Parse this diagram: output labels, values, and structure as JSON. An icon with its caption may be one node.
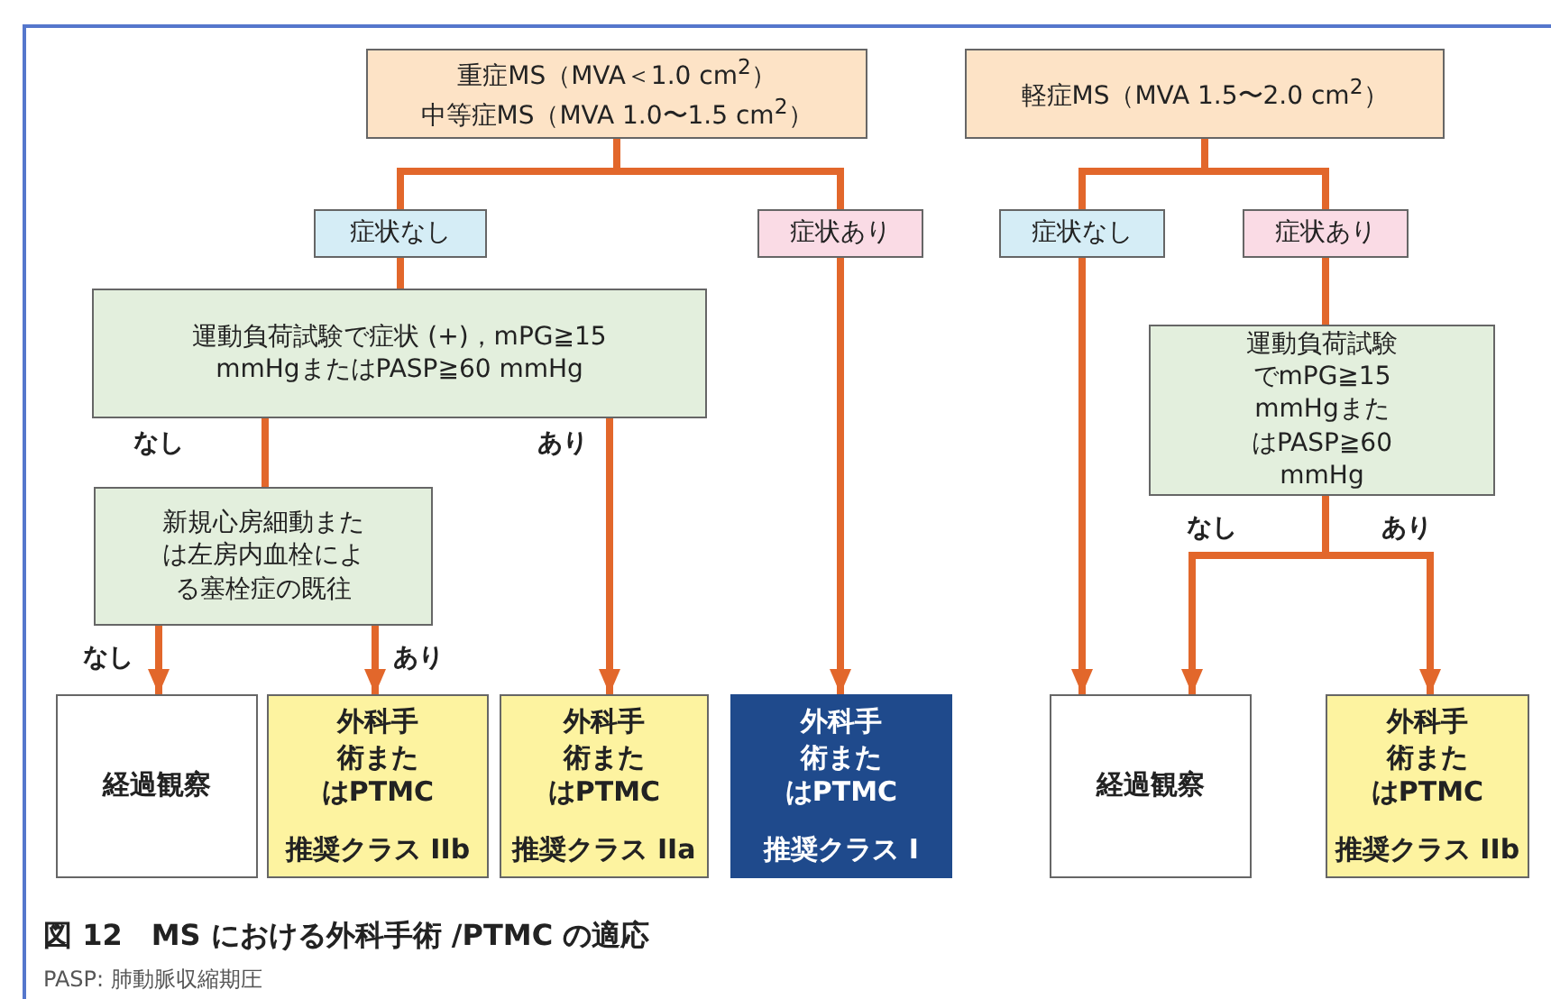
{
  "diagram": {
    "caption": "図 12　MS における外科手術 /PTMC の適応",
    "nodes": [
      {
        "text": [
          "重症MS（MVA＜1.0 cm$^{2}$）",
          "中等症MS（MVA 1.0〜1.5 cm$^{2}$）"
        ]
      },
      {
        "text": [
          "軽症MS（MVA 1.5〜2.0 cm$^{2}$）"
        ]
      },
      {
        "text": [
          "症状なし"
        ]
      },
      {
        "text": [
          "症状あり"
        ]
      },
      {
        "text": [
          "症状なし"
        ]
      },
      {
        "text": [
          "症状あり"
        ]
      },
      {
        "text": [
          "運動負荷試験で症状 (+)，mPG≧15 mmHgまたはPASP≧60 mmHg"
        ]
      },
      {
        "text": [
          "新規心房細動または左房内血栓による塞栓症の既往"
        ]
      },
      {
        "text": [
          "運動負荷試験でmPG≧15 mmHgまたはPASP≧60 mmHg"
        ]
      },
      {
        "text": [
          "経過観察"
        ]
      },
      {
        "text": [
          "外科手術またはPTMC",
          "推奨クラス IIb"
        ]
      },
      {
        "text": [
          "外科手術またはPTMC",
          "推奨クラス IIa"
        ]
      },
      {
        "text": [
          "外科手術またはPTMC",
          "推奨クラス I"
        ]
      },
      {
        "text": [
          "経過観察"
        ]
      },
      {
        "text": [
          "外科手術またはPTMC",
          "推奨クラス IIb"
        ]
      }
    ],
    "edges": [
      {
        "from": 0,
        "to": 2,
        "arrow": "none"
      },
      {
        "from": 0,
        "to": 3,
        "arrow": "none"
      },
      {
        "from": 1,
        "to": 4,
        "arrow": "none"
      },
      {
        "from": 1,
        "to": 5,
        "arrow": "none"
      },
      {
        "from": 2,
        "to": 6,
        "arrow": "none"
      },
      {
        "from": 3,
        "to": 12,
        "arrow": "to"
      },
      {
        "from": 6,
        "to": 7,
        "arrow": "none",
        "label": "なし"
      },
      {
        "from": 6,
        "to": 11,
        "arrow": "to",
        "label": "あり"
      },
      {
        "from": 7,
        "to": 9,
        "arrow": "to",
        "label": "なし"
      },
      {
        "from": 7,
        "to": 10,
        "arrow": "to",
        "label": "あり"
      },
      {
        "from": 4,
        "to": 13,
        "arrow": "to"
      },
      {
        "from": 5,
        "to": 8,
        "arrow": "none"
      },
      {
        "from": 8,
        "to": 13,
        "arrow": "to",
        "label": "なし"
      },
      {
        "from": 8,
        "to": 14,
        "arrow": "to",
        "label": "あり"
      }
    ],
    "labels": [
      "PASP: 肺動脈収縮期圧"
    ]
  }
}
